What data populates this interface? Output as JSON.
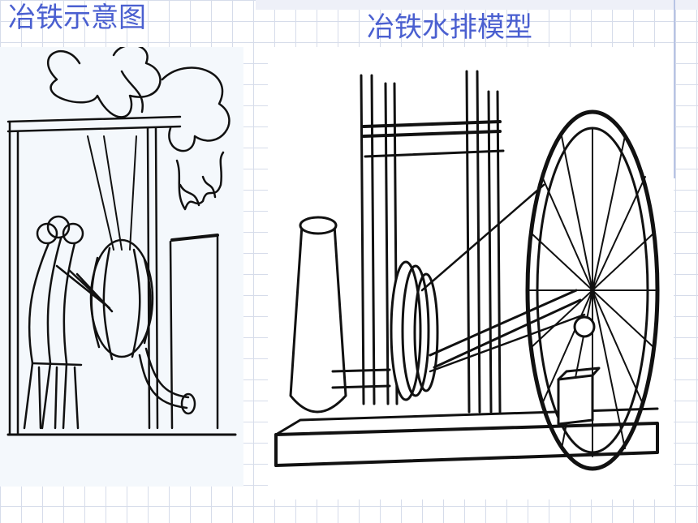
{
  "slide": {
    "left_title": "冶铁示意图",
    "right_title": "冶铁水排模型"
  },
  "colors": {
    "title": "#4a5fd0",
    "grid": "#d6dcea",
    "ink": "#111111"
  },
  "icons": {
    "left_figure": "ancient-bellows-illustration",
    "right_figure": "water-wheel-model-drawing"
  }
}
